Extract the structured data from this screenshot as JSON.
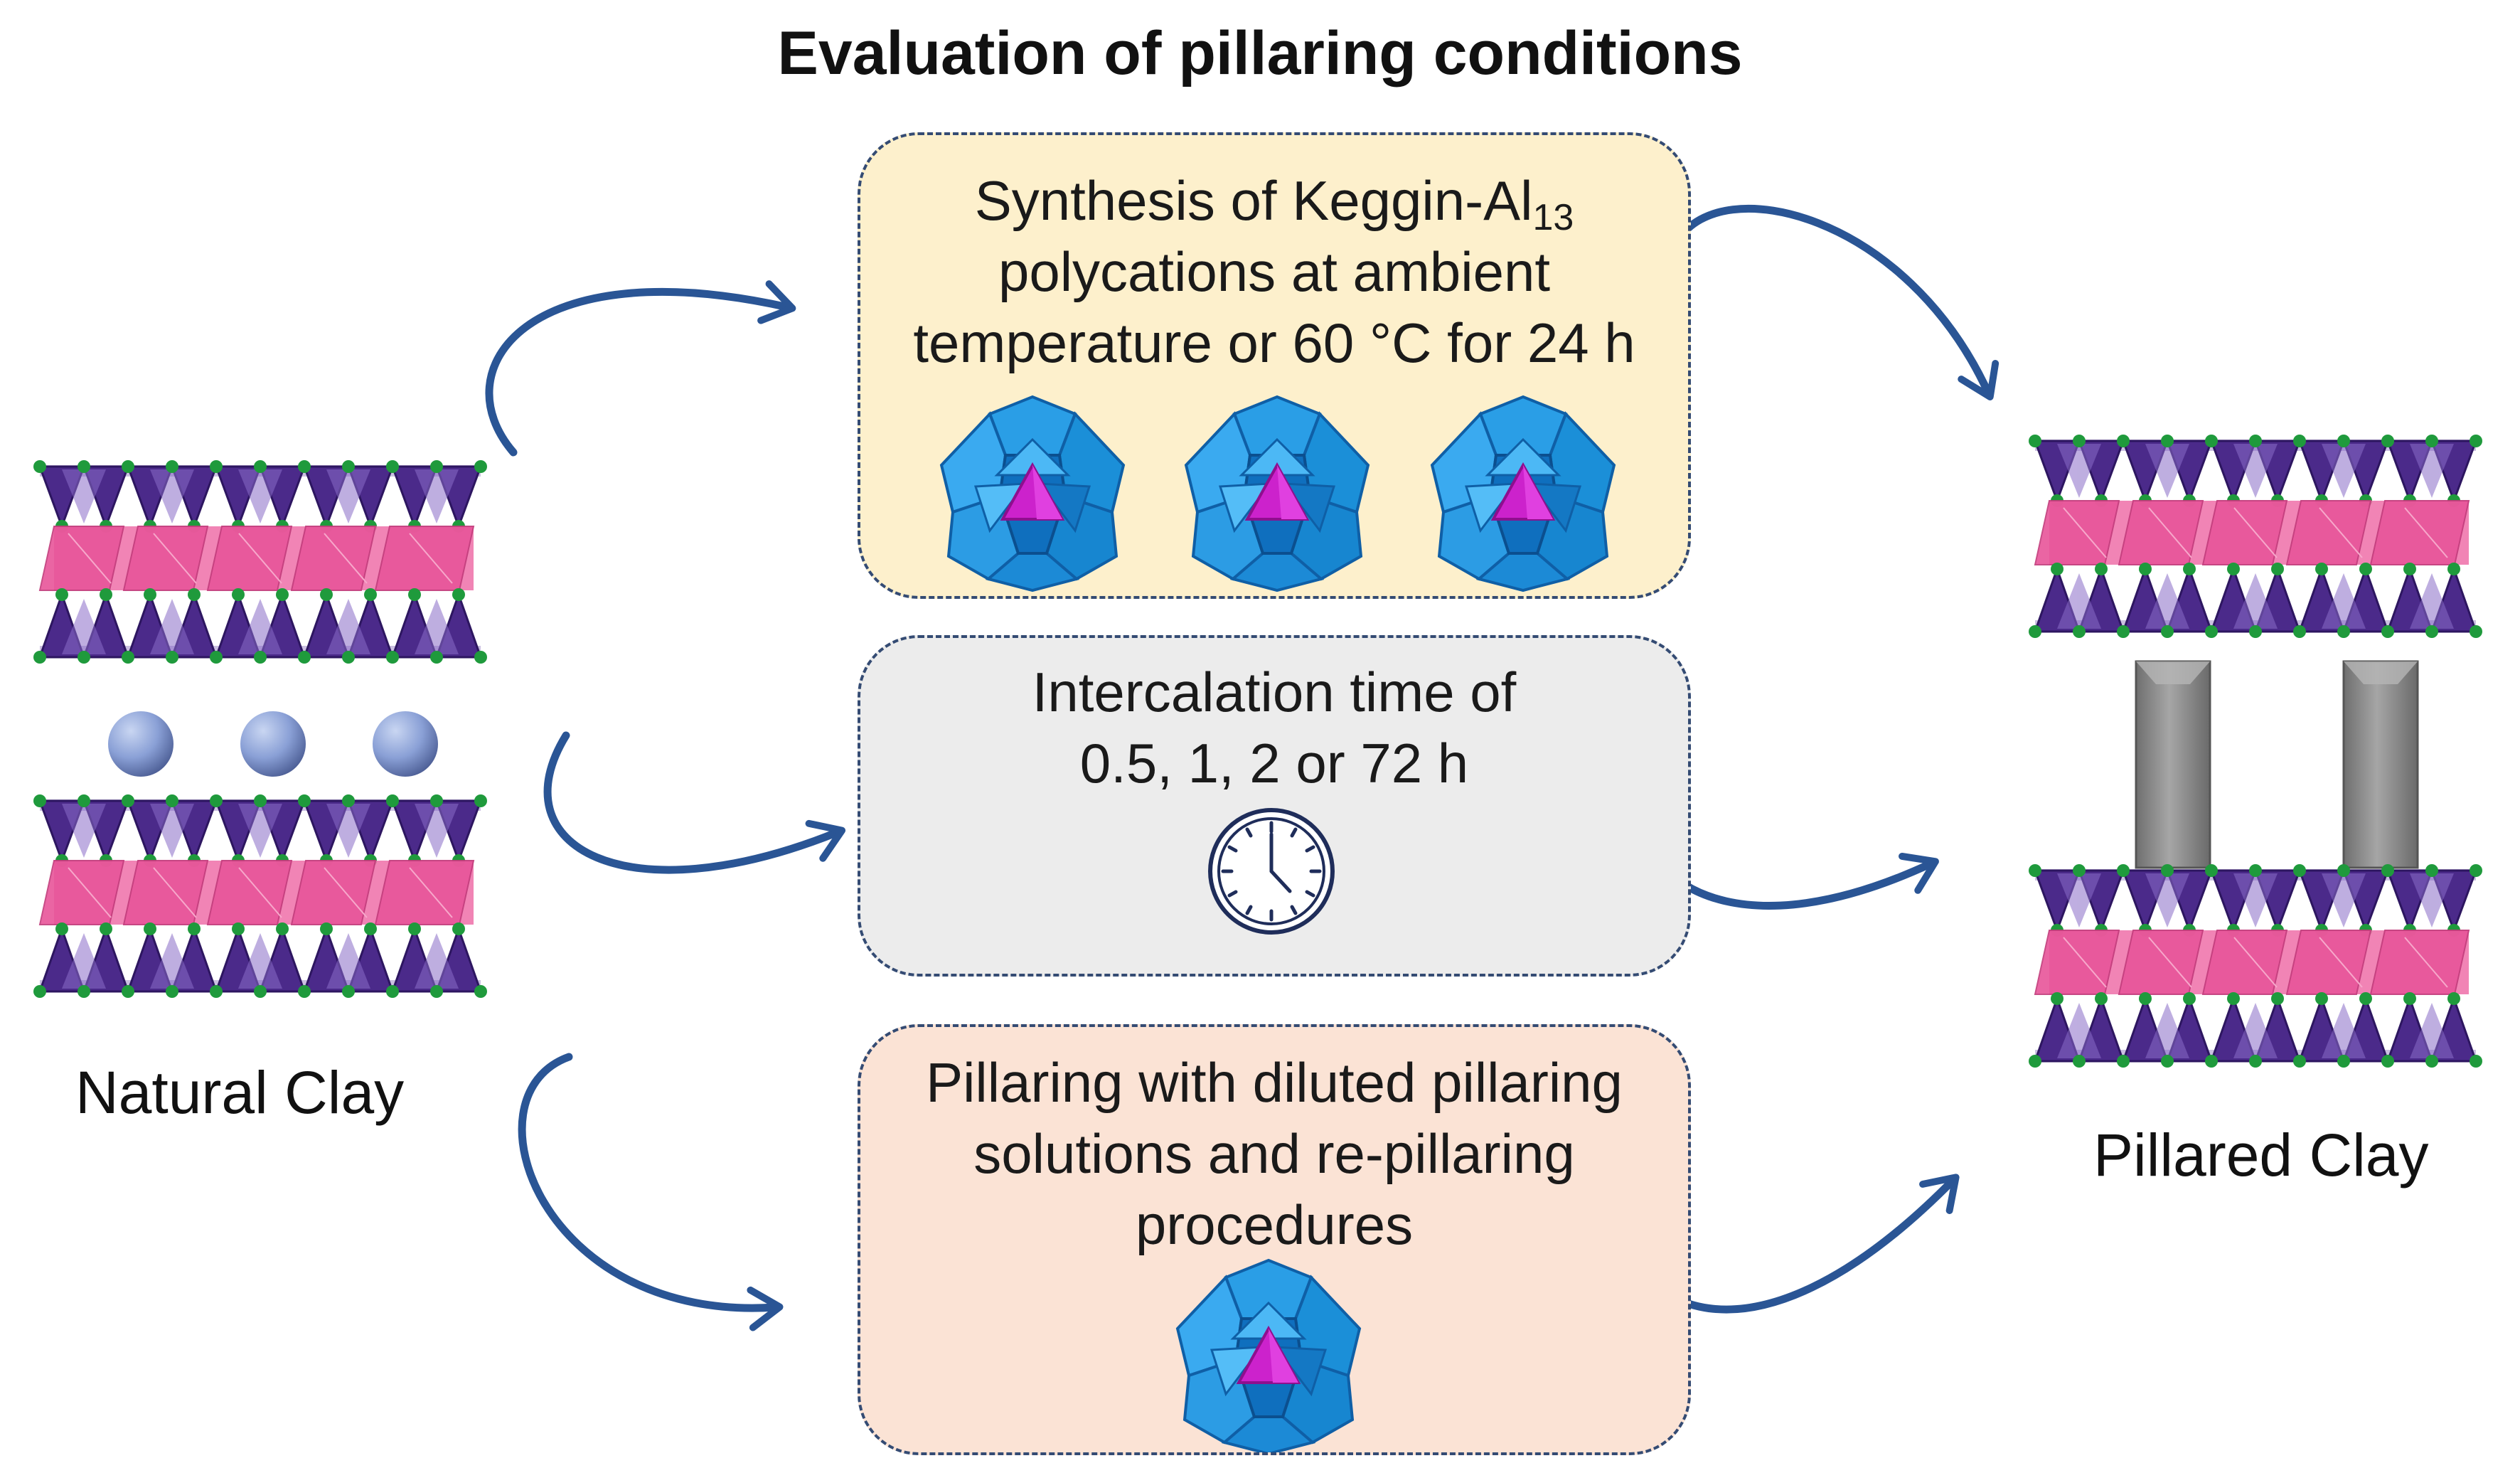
{
  "title": "Evaluation of pillaring conditions",
  "labels": {
    "natural_clay": "Natural Clay",
    "pillared_clay": "Pillared Clay"
  },
  "steps": [
    {
      "text_line1_main": "Synthesis of Keggin-Al",
      "text_line1_sub": "13",
      "text_line2": "polycations at ambient",
      "text_line3": "temperature or 60 °C for 24 h",
      "icon": "keggin-al13-polycation-icon",
      "icon_count": 3,
      "background": "#fdf0cc"
    },
    {
      "text_line1": "Intercalation time of",
      "text_line2": "0.5, 1, 2 or 72 h",
      "icon": "clock-icon",
      "background": "#ececec"
    },
    {
      "text_line1": "Pillaring with diluted pillaring",
      "text_line2": "solutions and re-pillaring",
      "text_line3": "procedures",
      "icon": "keggin-al13-polycation-icon",
      "icon_count": 1,
      "background": "#fbe3d5"
    }
  ],
  "colors": {
    "arrow": "#2a5595",
    "box_border": "#344b73",
    "tetrahedral_sheet": "#4b2a8a",
    "octahedral_sheet": "#e8559a",
    "oxygen_atom": "#1f9a3c",
    "keggin_blue": "#1b8fd8",
    "keggin_center": "#cc22cc",
    "cation_sphere": "#7d96cf",
    "pillar": "#8a8a8a"
  }
}
